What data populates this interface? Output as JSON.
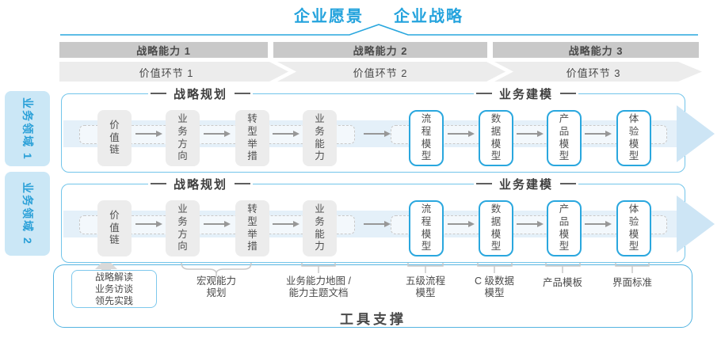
{
  "header": {
    "vision": "企业愿景",
    "strategy": "企业战略"
  },
  "capability_bars": [
    "战略能力 1",
    "战略能力 2",
    "战略能力 3"
  ],
  "value_links": [
    "价值环节 1",
    "价值环节 2",
    "价值环节 3"
  ],
  "domains": [
    "业务领域 1",
    "业务领域 2"
  ],
  "rows": [
    {
      "planning_header": "战略规划",
      "modeling_header": "业务建模",
      "planning_boxes": [
        "价值链",
        "业务方向",
        "转型举措",
        "业务能力"
      ],
      "modeling_boxes": [
        "流程模型",
        "数据模型",
        "产品模型",
        "体验模型"
      ]
    },
    {
      "planning_header": "战略规划",
      "modeling_header": "业务建模",
      "planning_boxes": [
        "价值链",
        "业务方向",
        "转型举措",
        "业务能力"
      ],
      "modeling_boxes": [
        "流程模型",
        "数据模型",
        "产品模型",
        "体验模型"
      ]
    }
  ],
  "footer": {
    "practices_box": "战略解读\n业务访谈\n领先实践",
    "labels": [
      "宏观能力\n规划",
      "业务能力地图 /\n能力主题文档",
      "五级流程\n模型",
      "C 级数据\n模型",
      "产品模板",
      "界面标准"
    ],
    "tool_support": "工具支撑"
  },
  "colors": {
    "accent_blue": "#24a3dd",
    "container_border": "#72c5ea",
    "model_box_border": "#2aa7de",
    "capability_bar_gray": "#c9c9c9",
    "value_band_gray": "#ececec",
    "flow_band_blue": "#e4f0f9",
    "flow_arrowhead_blue": "#cde5f5",
    "node_gray": "#ececec",
    "connector_gray": "#c9c9c9",
    "text_dark": "#4a4a4a",
    "domain_tab_bg": "#cbe7f6"
  }
}
